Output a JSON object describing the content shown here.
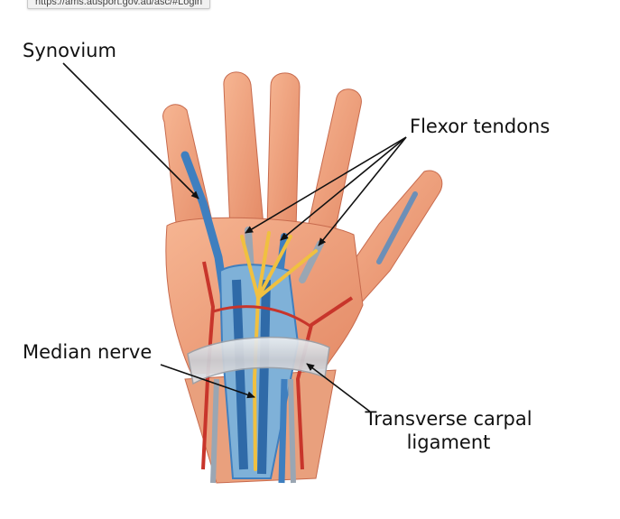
{
  "browser": {
    "status_url": "https://ams.ausport.gov.au/asc/#Login"
  },
  "diagram": {
    "labels": {
      "synovium": "Synovium",
      "flexor_tendons": "Flexor tendons",
      "median_nerve": "Median nerve",
      "transverse_carpal_ligament_line1": "Transverse carpal",
      "transverse_carpal_ligament_line2": "ligament"
    }
  },
  "colors": {
    "skin": "#f2a57f",
    "skin_shadow": "#d9795a",
    "tendon_sheath": "#3f7fbf",
    "nerve": "#f0c040",
    "artery": "#c8352b",
    "ligament": "#d9dce0"
  }
}
